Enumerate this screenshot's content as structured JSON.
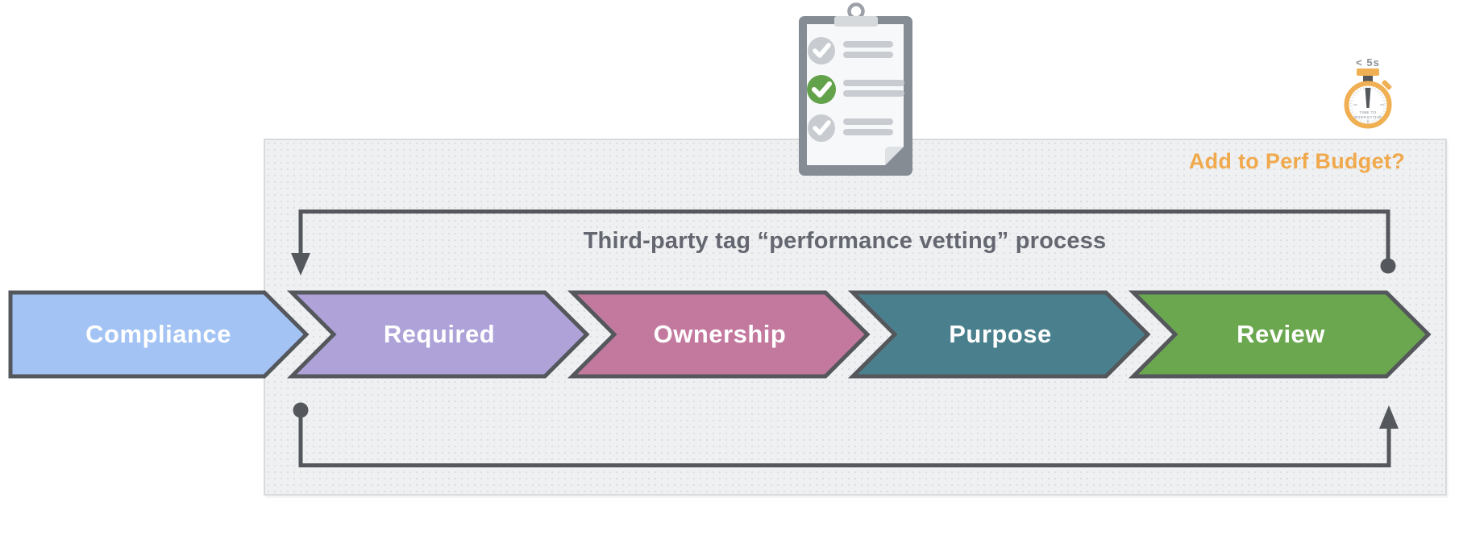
{
  "panel": {
    "title": "Third-party tag “performance vetting” process",
    "budget_question": "Add to Perf Budget?"
  },
  "steps": [
    {
      "label": "Compliance",
      "color": "#A2C3F3"
    },
    {
      "label": "Required",
      "color": "#AEA2D8"
    },
    {
      "label": "Ownership",
      "color": "#C3799E"
    },
    {
      "label": "Purpose",
      "color": "#4A808D"
    },
    {
      "label": "Review",
      "color": "#6BA74F"
    }
  ],
  "stopwatch": {
    "caption": "< 5s",
    "dial_label_line1": "TIME TO",
    "dial_label_line2": "INTERACTIVE"
  },
  "colors": {
    "connector": "#54575B",
    "stopwatch_orange": "#EFAF52",
    "budget_orange": "#F0A94C",
    "check_green": "#61A24B",
    "check_gray": "#C8CCD0"
  }
}
